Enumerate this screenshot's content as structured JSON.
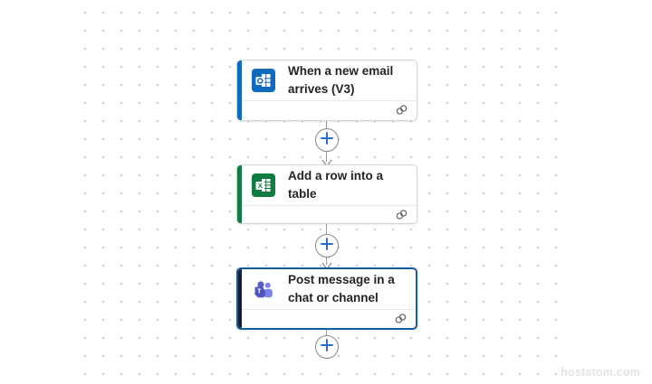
{
  "canvas": {
    "watermark": "hostatom.com"
  },
  "flow": {
    "cards": [
      {
        "title": "When a new email arrives (V3)",
        "lines": [
          "When a new email",
          "arrives (V3)"
        ],
        "icon": "outlook-icon",
        "accent_color": "#0f6cbd",
        "selected": false
      },
      {
        "title": "Add a row into a table",
        "lines": [
          "Add a row into a",
          "table"
        ],
        "icon": "excel-icon",
        "accent_color": "#107c41",
        "selected": false
      },
      {
        "title": "Post message in a chat or channel",
        "lines": [
          "Post message in a",
          "chat or channel"
        ],
        "icon": "teams-icon",
        "accent_color": "#1b1b38",
        "selected": true
      }
    ]
  },
  "colors": {
    "selected_border": "#115ea3",
    "connector_line": "#9a9a98",
    "plus_icon": "#2b6fd4",
    "grid_dot": "#c6c9ce",
    "title_text": "#242424",
    "card_border": "#d4d4d4"
  }
}
